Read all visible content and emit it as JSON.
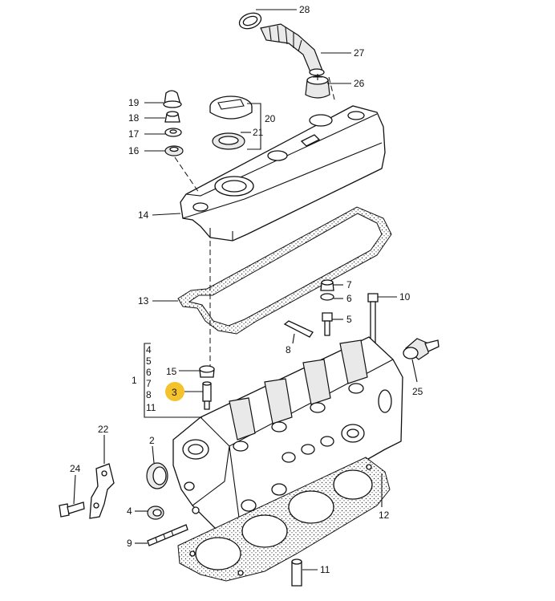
{
  "diagram": {
    "callouts": [
      {
        "id": "28",
        "label": "28"
      },
      {
        "id": "27",
        "label": "27"
      },
      {
        "id": "26",
        "label": "26"
      },
      {
        "id": "19",
        "label": "19"
      },
      {
        "id": "18",
        "label": "18"
      },
      {
        "id": "17",
        "label": "17"
      },
      {
        "id": "16",
        "label": "16"
      },
      {
        "id": "20",
        "label": "20"
      },
      {
        "id": "21",
        "label": "21"
      },
      {
        "id": "14",
        "label": "14"
      },
      {
        "id": "13",
        "label": "13"
      },
      {
        "id": "7",
        "label": "7"
      },
      {
        "id": "6",
        "label": "6"
      },
      {
        "id": "5",
        "label": "5"
      },
      {
        "id": "10",
        "label": "10"
      },
      {
        "id": "8",
        "label": "8"
      },
      {
        "id": "25",
        "label": "25"
      },
      {
        "id": "15",
        "label": "15"
      },
      {
        "id": "3",
        "label": "3"
      },
      {
        "id": "1",
        "label": "1"
      },
      {
        "id": "2",
        "label": "2"
      },
      {
        "id": "22",
        "label": "22"
      },
      {
        "id": "24",
        "label": "24"
      },
      {
        "id": "4",
        "label": "4"
      },
      {
        "id": "9",
        "label": "9"
      },
      {
        "id": "12",
        "label": "12"
      },
      {
        "id": "11",
        "label": "11"
      }
    ],
    "group_1_list": [
      "4",
      "5",
      "6",
      "7",
      "8",
      "11"
    ],
    "highlight_color": "#f3c22c",
    "highlighted_callout": "3"
  }
}
